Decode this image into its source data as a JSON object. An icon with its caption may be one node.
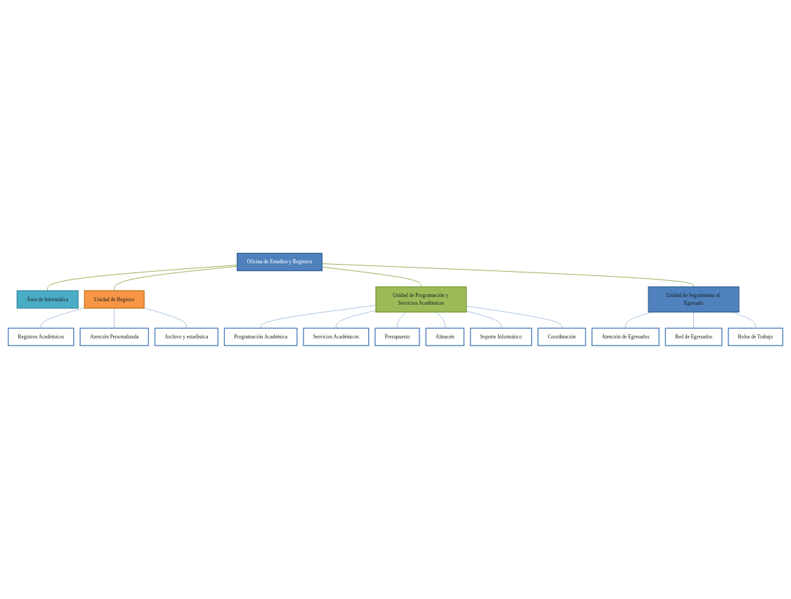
{
  "diagram": {
    "nodes": [
      {
        "text": [
          "Oficina de Estudios y Registros"
        ]
      },
      {
        "text": [
          "Área de Informática"
        ]
      },
      {
        "text": [
          "Unidad de Registro"
        ]
      },
      {
        "text": [
          "Unidad de Programación y Servicios Académicos"
        ]
      },
      {
        "text": [
          "Unidad de Seguimiento al Egresado"
        ]
      },
      {
        "text": [
          "Registros Académicos"
        ]
      },
      {
        "text": [
          "Atención Personalizada"
        ]
      },
      {
        "text": [
          "Archivo y estadística"
        ]
      },
      {
        "text": [
          "Programación Académica"
        ]
      },
      {
        "text": [
          "Servicios Académicos"
        ]
      },
      {
        "text": [
          "Presupuesto"
        ]
      },
      {
        "text": [
          "Almacén"
        ]
      },
      {
        "text": [
          "Soporte Informático"
        ]
      },
      {
        "text": [
          "Coordinación"
        ]
      },
      {
        "text": [
          "Atención de Egresados"
        ]
      },
      {
        "text": [
          "Red de Egresados"
        ]
      },
      {
        "text": [
          "Bolsa de Trabajo"
        ]
      }
    ],
    "edges": [
      {
        "from": 0,
        "to": 1,
        "arrow": "none",
        "color": "#8faa4c"
      },
      {
        "from": 0,
        "to": 2,
        "arrow": "none",
        "color": "#8faa4c"
      },
      {
        "from": 0,
        "to": 3,
        "arrow": "none",
        "color": "#8faa4c"
      },
      {
        "from": 0,
        "to": 4,
        "arrow": "none",
        "color": "#8faa4c"
      },
      {
        "from": 2,
        "to": 5,
        "arrow": "none",
        "style": "dashed"
      },
      {
        "from": 2,
        "to": 6,
        "arrow": "none",
        "style": "dashed"
      },
      {
        "from": 2,
        "to": 7,
        "arrow": "none",
        "style": "dashed"
      },
      {
        "from": 3,
        "to": 8,
        "arrow": "none",
        "style": "dashed"
      },
      {
        "from": 3,
        "to": 9,
        "arrow": "none",
        "style": "dashed"
      },
      {
        "from": 3,
        "to": 10,
        "arrow": "none",
        "style": "dashed"
      },
      {
        "from": 3,
        "to": 11,
        "arrow": "none",
        "style": "dashed"
      },
      {
        "from": 3,
        "to": 12,
        "arrow": "none",
        "style": "dashed"
      },
      {
        "from": 3,
        "to": 13,
        "arrow": "none",
        "style": "dashed"
      },
      {
        "from": 4,
        "to": 14,
        "arrow": "none",
        "style": "dashed"
      },
      {
        "from": 4,
        "to": 15,
        "arrow": "none",
        "style": "dashed"
      },
      {
        "from": 4,
        "to": 16,
        "arrow": "none",
        "style": "dashed"
      }
    ]
  }
}
